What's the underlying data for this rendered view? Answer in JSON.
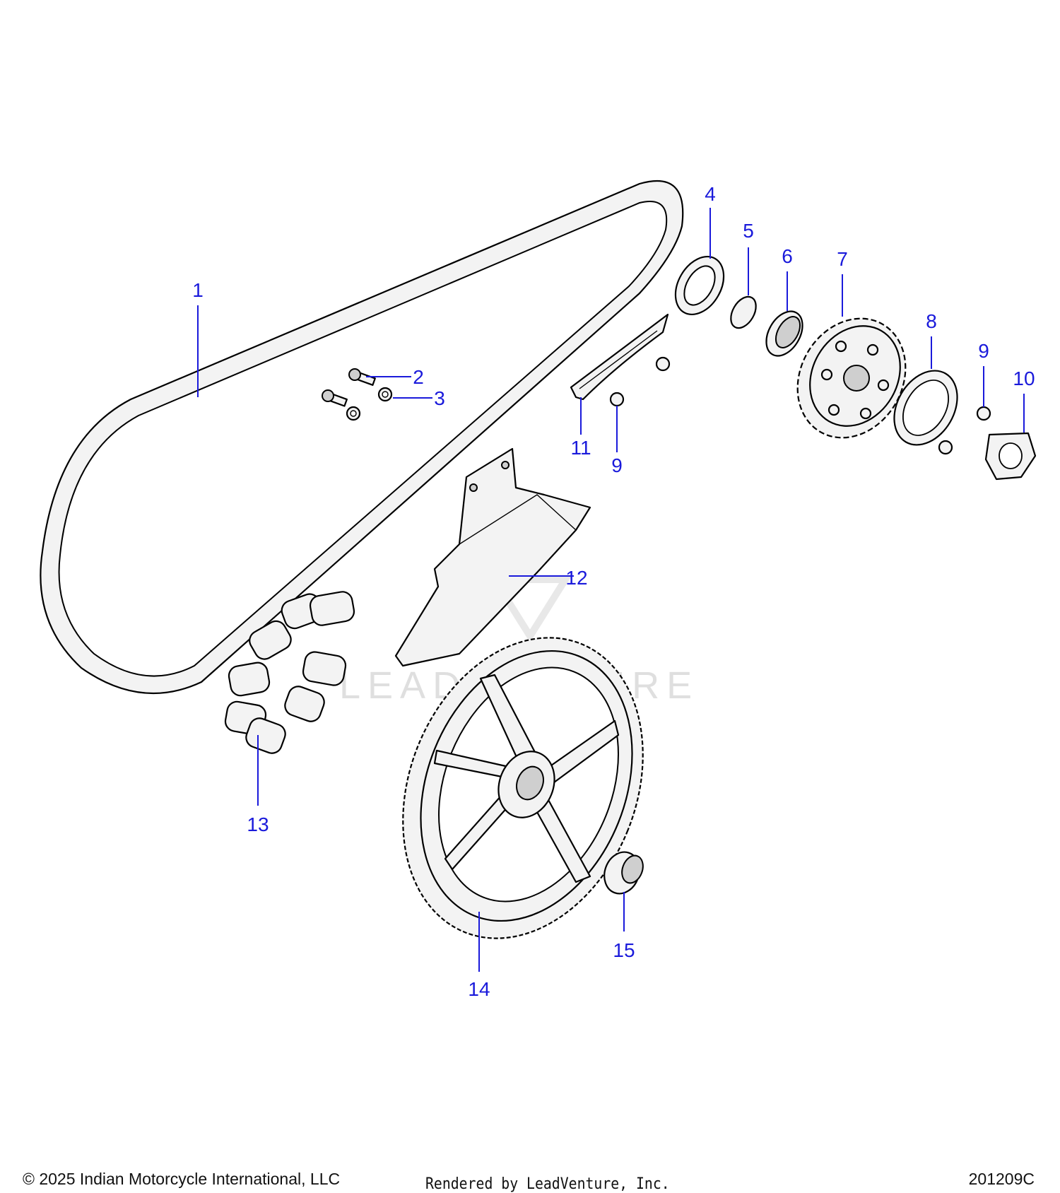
{
  "watermark": "LEADVENTURE",
  "callouts": [
    "1",
    "2",
    "3",
    "4",
    "5",
    "6",
    "7",
    "8",
    "9",
    "9",
    "10",
    "11",
    "12",
    "13",
    "14",
    "15"
  ],
  "footer": {
    "copyright": "© 2025 Indian Motorcycle International, LLC",
    "rendered_by": "Rendered by LeadVenture, Inc.",
    "diagram_id": "201209C"
  }
}
